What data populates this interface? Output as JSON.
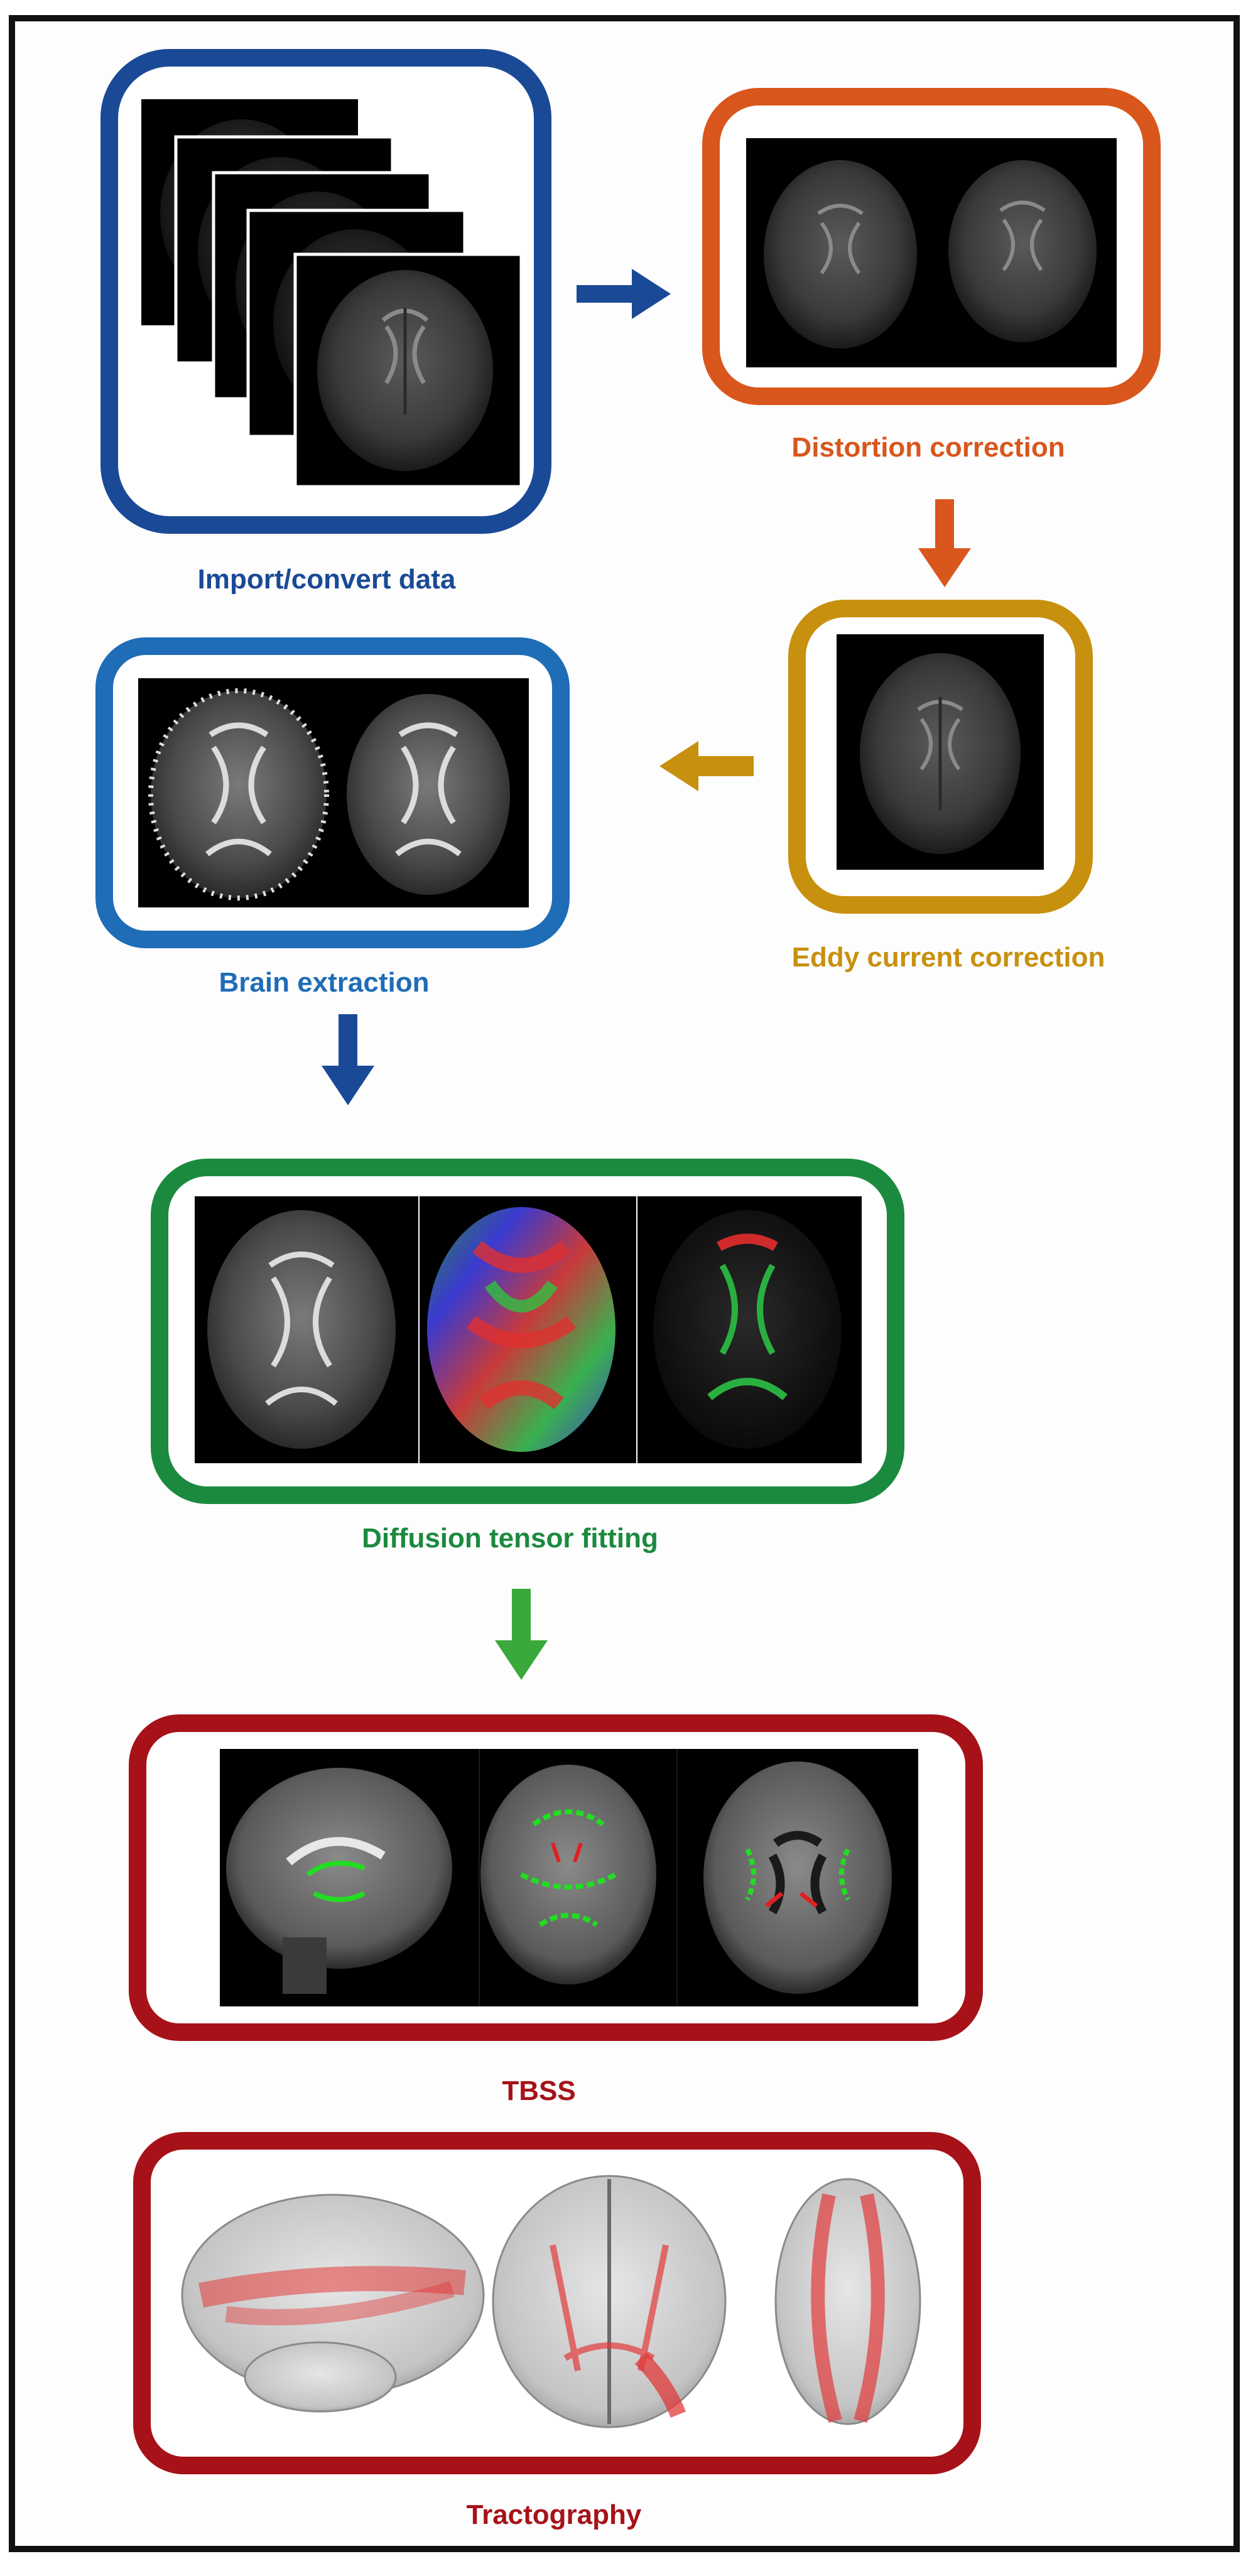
{
  "colors": {
    "import": "#1a4a96",
    "distortion": "#d9561c",
    "eddy": "#c8900f",
    "brain": "#1f6cb7",
    "tensor": "#1b8a3e",
    "tensor_arrow": "#3aa83a",
    "tbss": "#a61218",
    "tractography": "#a61218"
  },
  "stages": {
    "import": {
      "label": "Import/convert data"
    },
    "distortion": {
      "label": "Distortion correction"
    },
    "eddy": {
      "label": "Eddy current correction"
    },
    "brain": {
      "label": "Brain extraction"
    },
    "tensor": {
      "label": "Diffusion tensor fitting"
    },
    "tbss": {
      "label": "TBSS"
    },
    "tractography": {
      "label": "Tractography"
    }
  }
}
